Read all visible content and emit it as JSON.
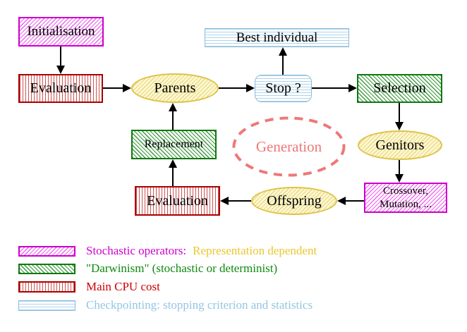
{
  "colors": {
    "magenta": "#cc00cc",
    "magenta_line": "#ee66ee",
    "red": "#aa0000",
    "red_line": "#cc5555",
    "red_text": "#cc0000",
    "green": "#117711",
    "green_line": "#3c9a3c",
    "green_text": "#0f8a0f",
    "cyan": "#8cbcd8",
    "cyan_line": "#b0d4ec",
    "cyan_text": "#93c6e3",
    "yellow_border": "#ddc34a",
    "yellow_line": "#ead883",
    "yellow_bg": "#fdf8d2",
    "gold_text": "#e9c72c",
    "salmon": "#ee7878"
  },
  "diagram": {
    "nodes": {
      "initialisation": {
        "label": "Initialisation",
        "style": "stochastic-operator-hatch"
      },
      "evaluation_top": {
        "label": "Evaluation",
        "style": "cpu-cost-stripes"
      },
      "parents": {
        "label": "Parents",
        "style": "population-ellipse"
      },
      "best_individual": {
        "label": "Best individual",
        "style": "checkpointing-stripes"
      },
      "stop": {
        "label": "Stop ?",
        "style": "checkpointing-stripes"
      },
      "selection": {
        "label": "Selection",
        "style": "darwinism-hatch"
      },
      "genitors": {
        "label": "Genitors",
        "style": "population-ellipse"
      },
      "crossover_mutation": {
        "line1": "Crossover,",
        "line2": "Mutation, ...",
        "style": "stochastic-operator-hatch"
      },
      "offspring": {
        "label": "Offspring",
        "style": "population-ellipse"
      },
      "evaluation_bottom": {
        "label": "Evaluation",
        "style": "cpu-cost-stripes"
      },
      "replacement": {
        "label": "Replacement",
        "style": "darwinism-hatch"
      },
      "generation": {
        "label": "Generation",
        "style": "dashed-loop-ellipse"
      }
    },
    "edges": [
      "initialisation -> evaluation_top",
      "evaluation_top -> parents",
      "parents -> stop",
      "stop -> best_individual",
      "stop -> selection",
      "selection -> genitors",
      "genitors -> crossover_mutation",
      "crossover_mutation -> offspring",
      "offspring -> evaluation_bottom",
      "evaluation_bottom -> replacement",
      "replacement -> parents"
    ]
  },
  "legend": {
    "items": [
      {
        "swatch": "magenta-diagonal-hatch",
        "label": "Stochastic operators:",
        "label2": "Representation dependent"
      },
      {
        "swatch": "green-diagonal-hatch",
        "label": "\"Darwinism\" (stochastic or determinist)"
      },
      {
        "swatch": "red-vertical-stripes",
        "label": "Main CPU cost"
      },
      {
        "swatch": "cyan-horizontal-stripes",
        "label": "Checkpointing: stopping criterion and statistics"
      }
    ]
  }
}
